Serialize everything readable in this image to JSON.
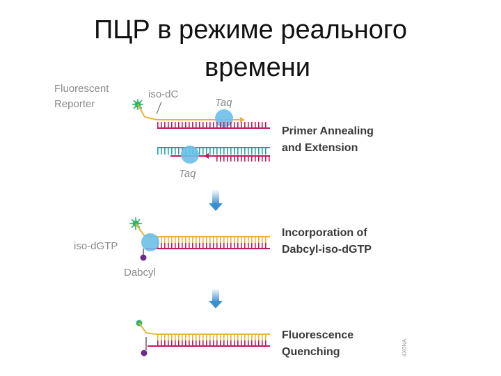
{
  "title": {
    "line1": "ПЦР в режиме реального",
    "line2": "времени"
  },
  "labels": {
    "fluorescent": "Fluorescent",
    "reporter": "Reporter",
    "iso_dc": "iso-dC",
    "taq_top": "Taq",
    "taq_bottom": "Taq",
    "iso_dgtp": "iso-dGTP",
    "dabcyl": "Dabcyl",
    "code": "4X6NA"
  },
  "steps": [
    {
      "line1": "Primer Annealing",
      "line2": "and Extension"
    },
    {
      "line1": "Incorporation of",
      "line2": "Dabcyl-iso-dGTP"
    },
    {
      "line1": "Fluorescence",
      "line2": "Quenching"
    }
  ],
  "colors": {
    "reporter": "#2fb36a",
    "quencher": "#6b2c8a",
    "taq": "#6cbfe8",
    "arrow": "#3a8fd0",
    "primer": "#e3b53a",
    "template": "#c2185b",
    "template_teal": "#2a9d9d"
  }
}
